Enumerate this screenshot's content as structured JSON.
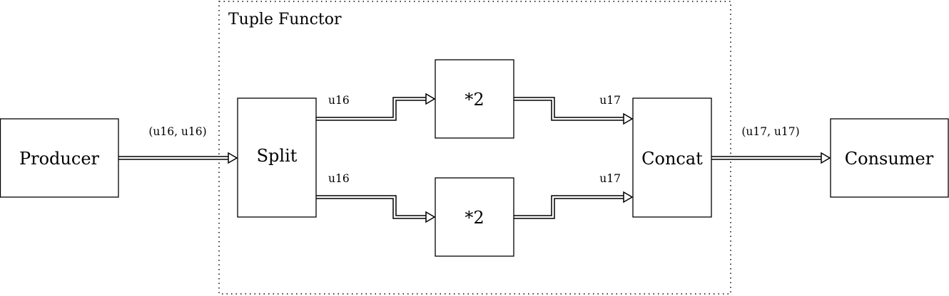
{
  "group": {
    "label": "Tuple Functor"
  },
  "nodes": {
    "producer": "Producer",
    "split": "Split",
    "mul_top": "*2",
    "mul_bottom": "*2",
    "concat": "Concat",
    "consumer": "Consumer"
  },
  "edges": {
    "producer_to_split": "(u16, u16)",
    "split_to_mul_top": "u16",
    "split_to_mul_bottom": "u16",
    "mul_top_to_concat": "u17",
    "mul_bottom_to_concat": "u17",
    "concat_to_consumer": "(u17, u17)"
  }
}
